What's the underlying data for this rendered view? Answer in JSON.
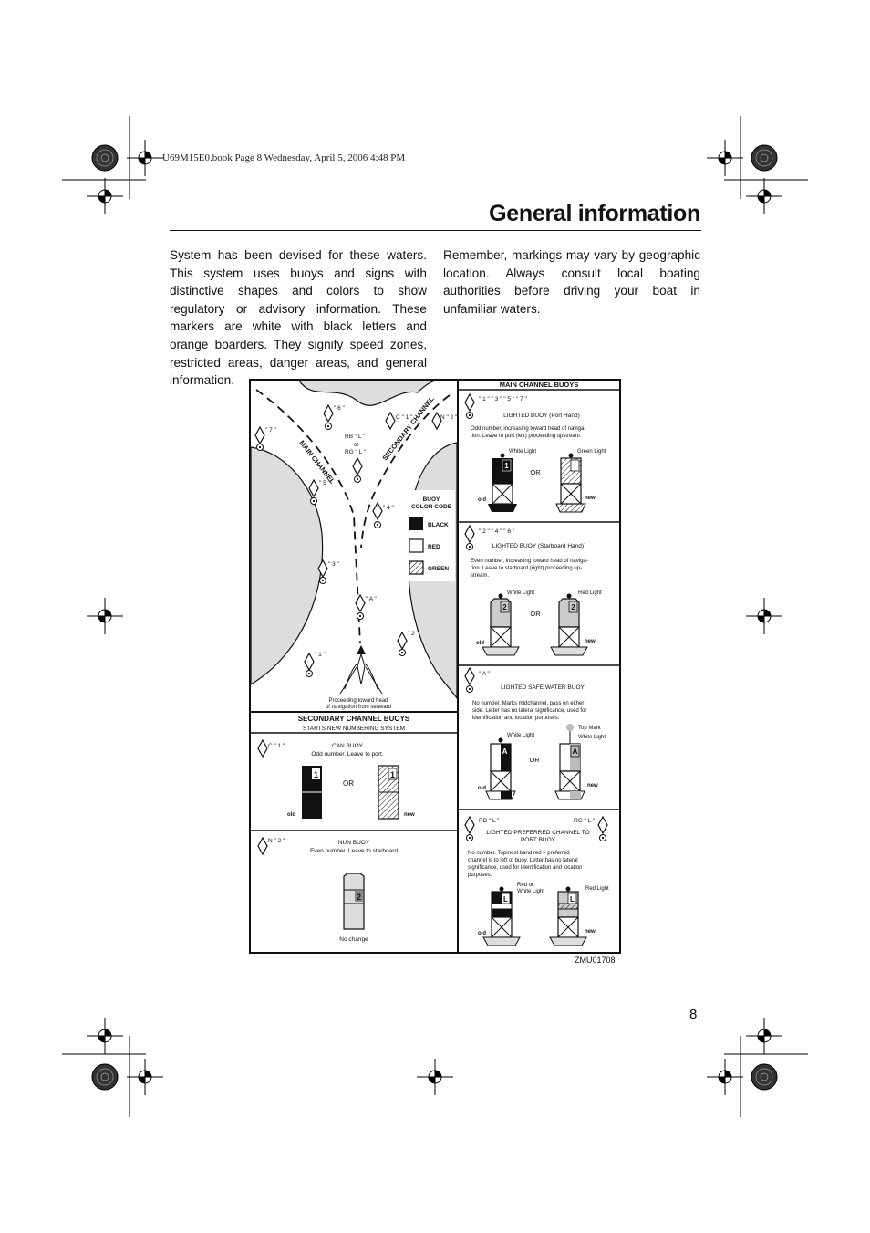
{
  "header": {
    "print_info": "U69M15E0.book  Page 8  Wednesday, April 5, 2006  4:48 PM",
    "title": "General information"
  },
  "body": {
    "col1": "System has been devised for these waters. This system uses buoys and signs with distinctive shapes and colors to show regulatory or advisory information. These markers are white with black letters and orange boarders. They signify speed zones, restricted areas, danger areas, and general information.",
    "col2": "Remember, markings may vary by geographic location. Always consult local boating authorities before driving your boat in unfamiliar waters."
  },
  "figure": {
    "code": "ZMU01708",
    "map": {
      "main_channel": "MAIN CHANNEL",
      "secondary_channel": "SECONDARY CHANNEL",
      "l7": "\" 7 \"",
      "l6": "\" 6 \"",
      "l5": "\" 5 \"",
      "l4": "\" 4 \"",
      "l3": "\" 3 \"",
      "l2": "\" 2 \"",
      "l1": "\" 1 \"",
      "lA": "\" A \"",
      "c1": "C  \" 1 \"",
      "n2": "N  \" 2 \"",
      "rb_l": "RB   \" L \"",
      "or": "or",
      "rg_l": "RG   \" L \"",
      "proceeding1": "Proceeding toward head",
      "proceeding2": "of navigation from seaward",
      "legend": {
        "title1": "BUOY",
        "title2": "COLOR CODE",
        "black": "BLACK",
        "red": "RED",
        "green": "GREEN"
      }
    },
    "secondary": {
      "heading": "SECONDARY CHANNEL BUOYS",
      "subheading": "STARTS NEW NUMBERING SYSTEM",
      "can": {
        "label": "C  \" 1 \"",
        "title": "CAN  BUOY",
        "desc": "Odd number.  Leave to port.",
        "num": "1",
        "or": "OR",
        "old": "old",
        "new": "new"
      },
      "nun": {
        "label": "N  \" 2 \"",
        "title": "NUN BUOY",
        "desc": "Even number.  Leave to starboard",
        "num": "2",
        "nochange": "No change"
      }
    },
    "main": {
      "heading": "MAIN CHANNEL BUOYS",
      "port": {
        "label": "\" 1 \"  \" 3 \"  \" 5 \"  \" 7 \"",
        "title": "LIGHTED BUOY (Port Hand)`",
        "desc1": "Odd number, increasing toward head of naviga-",
        "desc2": "tion. Leave to port (left) proceeding upstream.",
        "light_left": "White Light",
        "light_right": "Green Light",
        "or": "OR",
        "old": "old",
        "new": "new",
        "num": "1"
      },
      "starboard": {
        "label": "\" 2 \"  \" 4 \"  \" 6 \"",
        "title": "LIGHTED BUOY (Starboard Hand)`",
        "desc1": "Even number, increasing toward head of naviga-",
        "desc2": "tion. Leave to  starboard  (right) proceeding up-",
        "desc3": "stream.",
        "light_left": "White Light",
        "light_right": "Red Light",
        "or": "OR",
        "old": "old",
        "new": "new",
        "num": "2"
      },
      "safe": {
        "label": "\" A \"",
        "title": "LIGHTED SAFE WATER BUOY",
        "desc1": "No  number.  Marks  midchannel,  pass on  either",
        "desc2": "side. Letter has no lateral significance, used for",
        "desc3": "identification and location purposes.",
        "top_mark": "Top Mark",
        "light_left": "White Light",
        "light_right": "White Light",
        "or": "OR",
        "old": "old",
        "new": "new",
        "num": "A"
      },
      "preferred": {
        "label_left": "RB   \" L \"",
        "label_right": "RG   \" L \"",
        "title1": "LIGHTED PREFERRED CHANNEL TO",
        "title2": "PORT BUOY",
        "desc1": "No  number.  Topmost band red – preferred",
        "desc2": "channel is to left of buoy. Letter has no lateral",
        "desc3": "significance, used for identification and location",
        "desc4": "purposes.",
        "light_left1": "Red or",
        "light_left2": "White Light",
        "light_right": "Red Light",
        "old": "old",
        "new": "new",
        "num": "L"
      }
    }
  }
}
